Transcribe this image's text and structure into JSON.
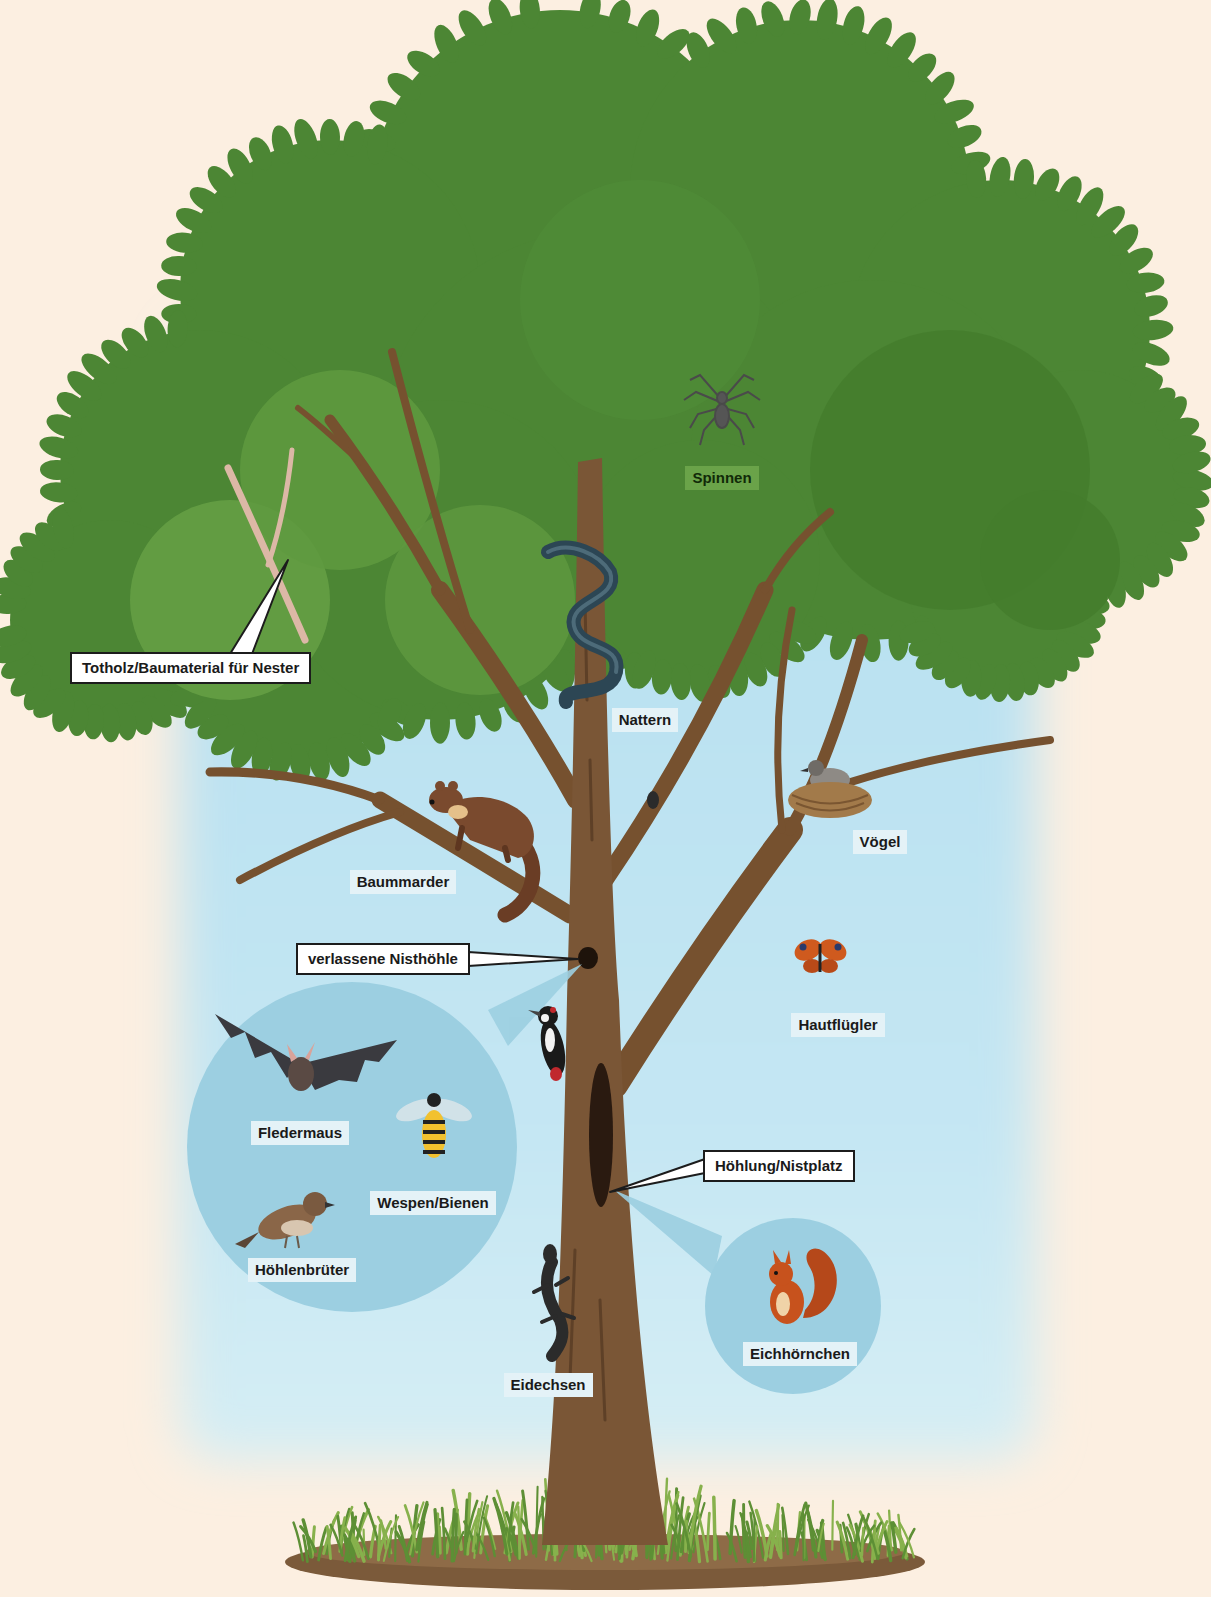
{
  "diagram": {
    "nodes": [
      {
        "text": [
          "Spinnen"
        ]
      },
      {
        "text": [
          "Totholz/Baumaterial für Nester"
        ]
      },
      {
        "text": [
          "Nattern"
        ]
      },
      {
        "text": [
          "Vögel"
        ]
      },
      {
        "text": [
          "Baummarder"
        ]
      },
      {
        "text": [
          "verlassene Nisthöhle"
        ]
      },
      {
        "text": [
          "Hautflügler"
        ]
      },
      {
        "text": [
          "Fledermaus",
          "Wespen/Bienen",
          "Höhlenbrüter"
        ]
      },
      {
        "text": [
          "Höhlung/Nistplatz"
        ]
      },
      {
        "text": [
          "Eichhörnchen"
        ]
      },
      {
        "text": [
          "Eidechsen"
        ]
      }
    ]
  }
}
